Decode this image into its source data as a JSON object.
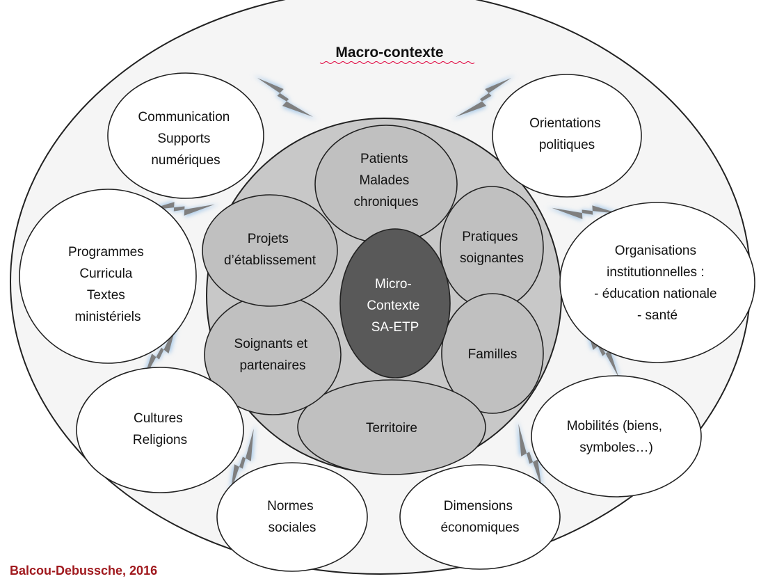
{
  "title": "Macro-contexte",
  "center": [
    "Micro-",
    "Contexte",
    "SA-ETP"
  ],
  "inner": {
    "patients": [
      "Patients",
      "Malades",
      "chroniques"
    ],
    "pratiques": [
      "Pratiques",
      "soignantes"
    ],
    "familles": [
      "Familles"
    ],
    "territoire": [
      "Territoire"
    ],
    "soignants": [
      "Soignants et",
      "partenaires"
    ],
    "projets": [
      "Projets",
      "d’établissement"
    ]
  },
  "outer": {
    "communication": [
      "Communication",
      "Supports",
      "numériques"
    ],
    "orientations": [
      "Orientations",
      "politiques"
    ],
    "organisations": [
      "Organisations",
      "institutionnelles :",
      "- éducation nationale",
      "- santé"
    ],
    "mobilites": [
      "Mobilités (biens,",
      "symboles…)"
    ],
    "dimensions": [
      "Dimensions",
      "économiques"
    ],
    "normes": [
      "Normes",
      "sociales"
    ],
    "cultures": [
      "Cultures",
      "Religions"
    ],
    "programmes": [
      "Programmes",
      "Curricula",
      "Textes",
      "ministériels"
    ]
  },
  "credit": "Balcou-Debussche, 2016",
  "colors": {
    "outer_fill": "#f5f5f5",
    "inner_fill": "#c8c8c8",
    "sub_fill": "#c0c0c0",
    "center_fill": "#595959",
    "bolt_fill": "#7f7f7f",
    "bolt_glow": "#9bc2e6",
    "credit_color": "#a0191e",
    "title_underline": "#e0003c"
  }
}
